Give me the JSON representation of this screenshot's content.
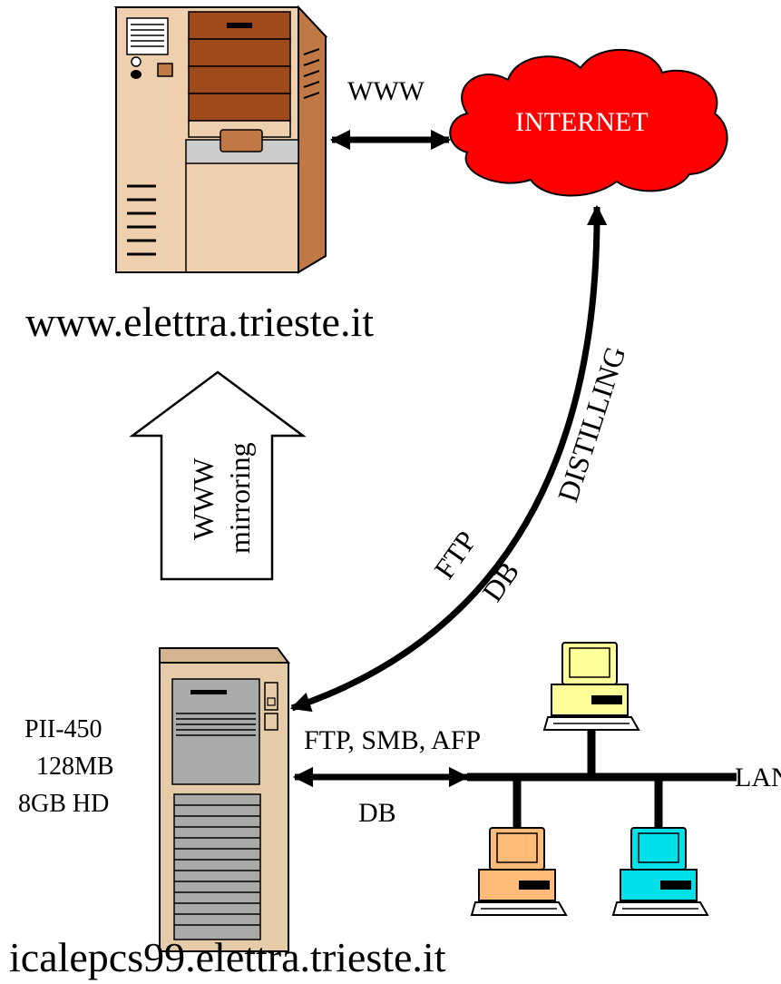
{
  "labels": {
    "www_link": "WWW",
    "internet": "INTERNET",
    "top_server_host": "www.elettra.trieste.it",
    "mirroring_line1": "WWW",
    "mirroring_line2": "mirroring",
    "distilling": "DISTILLING",
    "ftp": "FTP",
    "db_curve": "DB",
    "lan_protocols": "FTP, SMB, AFP",
    "lan_db": "DB",
    "lan": "LAN",
    "spec_cpu": "PII-450",
    "spec_ram": "128MB",
    "spec_disk": "8GB HD",
    "bottom_server_host": "icalepcs99.elettra.trieste.it"
  },
  "colors": {
    "internet_cloud": "#ff0000",
    "top_server_body": "#eecfae",
    "top_server_side": "#c07846",
    "top_server_drives": "#9e4a1a",
    "workstation_body": "#e6cba8",
    "client_top": "#ffff99",
    "client_left": "#ffbb77",
    "client_right": "#00e0e8",
    "line": "#000000"
  },
  "icons": [
    "tower-server-icon",
    "internet-cloud-icon",
    "desktop-server-icon",
    "client-computer-icon"
  ]
}
